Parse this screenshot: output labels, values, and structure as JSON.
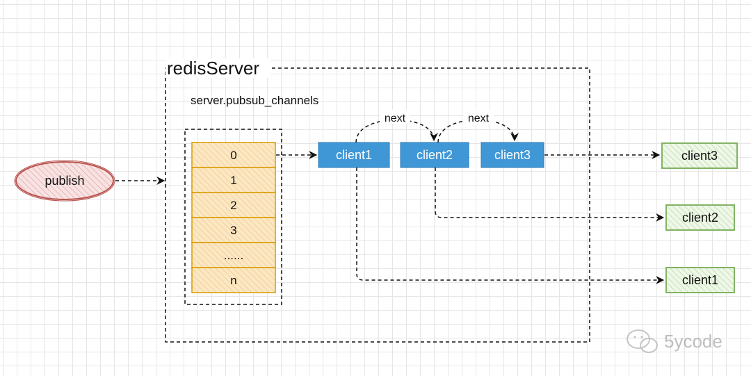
{
  "server": {
    "title": "redisServer",
    "channels_label": "server.pubsub_channels"
  },
  "publisher": {
    "label": "publish"
  },
  "channels": [
    "0",
    "1",
    "2",
    "3",
    "......",
    "n"
  ],
  "list_clients": [
    "client1",
    "client2",
    "client3"
  ],
  "next_label": "next",
  "subscribers": [
    "client3",
    "client2",
    "client1"
  ],
  "watermark": {
    "text": "5ycode"
  },
  "colors": {
    "channel_fill": "#fbe7c3",
    "channel_stroke": "#d79b00",
    "node_fill": "#3f97d6",
    "node_stroke": "#2d7bb8",
    "sub_fill": "#e8f5de",
    "sub_stroke": "#82b366",
    "publish_fill": "#f6dcdc",
    "publish_stroke": "#b85450"
  }
}
